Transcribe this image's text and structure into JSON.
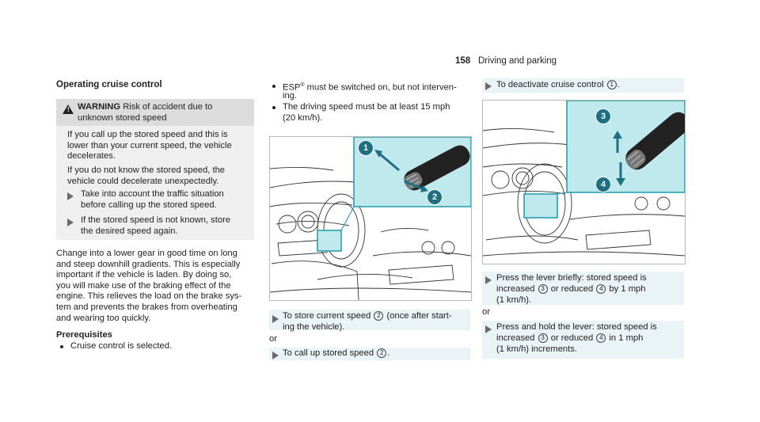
{
  "header": {
    "page_number": "158",
    "section": "Driving and parking"
  },
  "col1": {
    "title": "Operating cruise control",
    "warning": {
      "label": "WARNING",
      "head_line1": "Risk of accident due to",
      "head_line2": "unknown stored speed",
      "body1": [
        "If you call up the stored speed and this is",
        "lower than your current speed, the vehicle",
        "decelerates."
      ],
      "body2": [
        "If you do not know the stored speed, the",
        "vehicle could decelerate unexpectedly."
      ],
      "action1": [
        "Take into account the traffic situation",
        "before calling up the stored speed."
      ],
      "action2": [
        "If the stored speed is not known, store",
        "the desired speed again."
      ]
    },
    "para": [
      "Change into a lower gear in good time on long",
      "and steep downhill gradients. This is especially",
      "important if the vehicle is laden. By doing so,",
      "you will make use of the braking effect of the",
      "engine. This relieves the load on the brake sys-",
      "tem and prevents the brakes from overheating",
      "and wearing too quickly."
    ],
    "prereq_title": "Prerequisites",
    "prereq_item": "Cruise control is selected."
  },
  "col2": {
    "bullet1_a": "ESP",
    "bullet1_reg": "®",
    "bullet1_b": " must be switched on, but not interven-",
    "bullet1_c": "ing.",
    "bullet2_a": "The driving speed must be at least 15 mph",
    "bullet2_b": "(20 km/h).",
    "step1_a": "To store current speed ",
    "step1_num": "2",
    "step1_b": " (once after start-",
    "step1_c": "ing the vehicle).",
    "or": "or",
    "step2_a": "To call up stored speed ",
    "step2_num": "2",
    "step2_b": "."
  },
  "col3": {
    "step1_a": "To deactivate cruise control ",
    "step1_num": "1",
    "step1_b": ".",
    "step2_a": "Press the lever briefly: stored speed is",
    "step2_b1": "increased ",
    "step2_n3": "3",
    "step2_b2": " or reduced ",
    "step2_n4": "4",
    "step2_b3": " by 1 mph",
    "step2_c": "(1 km/h).",
    "or": "or",
    "step3_a": "Press and hold the lever: stored speed is",
    "step3_b1": "increased ",
    "step3_n3": "3",
    "step3_b2": " or reduced ",
    "step3_n4": "4",
    "step3_b3": " in 1 mph",
    "step3_c": "(1 km/h) increments."
  },
  "figures": {
    "fig1_callouts": [
      "1",
      "2"
    ],
    "fig2_callouts": [
      "3",
      "4"
    ]
  },
  "colors": {
    "accent_teal": "#bfe9ec",
    "teal_border": "#1c9aa8",
    "callout_fill": "#1e6f80"
  }
}
